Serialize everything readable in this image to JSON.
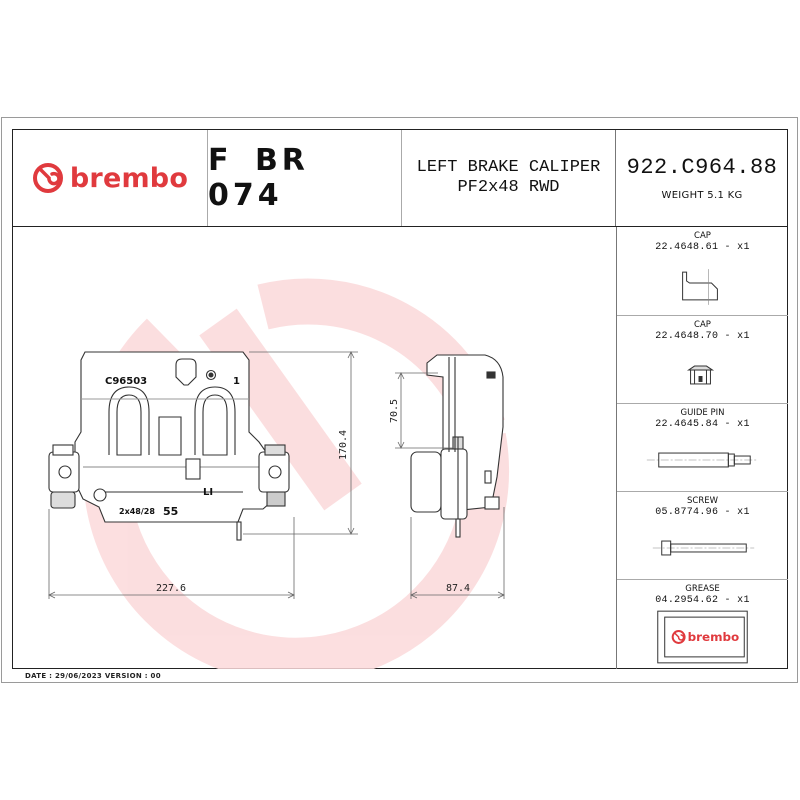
{
  "brand": {
    "name": "brembo",
    "color": "#e03a3e"
  },
  "header": {
    "code": "F BR 074",
    "description_line1": "LEFT BRAKE CALIPER",
    "description_line2": "PF2x48 RWD",
    "part_number": "922.C964.88",
    "weight": "WEIGHT 5.1 KG"
  },
  "drawing": {
    "front_view": {
      "stamp_casting": "C96503",
      "stamp_number": "1",
      "stamp_piston": "2x48/28",
      "stamp_size": "55",
      "stamp_side": "LI",
      "dim_width": "227.6",
      "dim_height": "170.4"
    },
    "side_view": {
      "dim_depth": "87.4",
      "dim_offset": "70.5"
    }
  },
  "parts": [
    {
      "name": "CAP",
      "code": "22.4648.61 - x1",
      "icon": "cap-profile-icon"
    },
    {
      "name": "CAP",
      "code": "22.4648.70 - x1",
      "icon": "cap-front-icon"
    },
    {
      "name": "GUIDE PIN",
      "code": "22.4645.84 - x1",
      "icon": "guide-pin-icon"
    },
    {
      "name": "SCREW",
      "code": "05.8774.96 - x1",
      "icon": "screw-icon"
    },
    {
      "name": "GREASE",
      "code": "04.2954.62 - x1",
      "icon": "grease-package-icon",
      "label": "brembo"
    }
  ],
  "footer": {
    "text": "DATE : 29/06/2023 VERSION : 00"
  }
}
